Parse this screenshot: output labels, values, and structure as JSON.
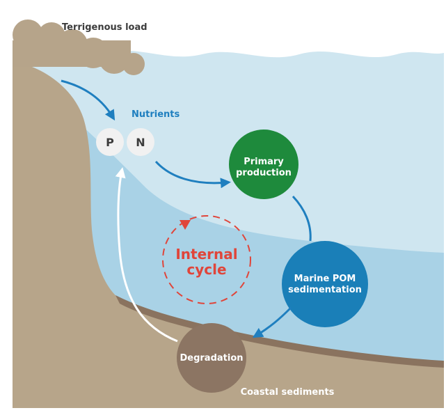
{
  "labels": {
    "terrigenous_load": "Terrigenous load",
    "nutrients": "Nutrients",
    "phosphorus": "P",
    "nitrogen": "N",
    "primary_production_line1": "Primary",
    "primary_production_line2": "production",
    "marine_pom_line1": "Marine POM",
    "marine_pom_line2": "sedimentation",
    "internal_cycle_line1": "Internal",
    "internal_cycle_line2": "cycle",
    "degradation": "Degradation",
    "coastal_sediments": "Coastal sediments"
  },
  "colors": {
    "sky": "#ffffff",
    "surface_water": "#cfe6f0",
    "deep_water": "#a9d2e6",
    "land": "#b7a58a",
    "sediment_band": "#9a8370",
    "cloud": "#b6a48a",
    "arrow_blue": "#1f7fbf",
    "nutrients_text": "#1f7fbf",
    "primary_production": "#1e8a3c",
    "marine_pom": "#1a7fb8",
    "degradation": "#8c7563",
    "internal_cycle": "#e0453a",
    "nutrient_circle": "#f1f1f1"
  }
}
